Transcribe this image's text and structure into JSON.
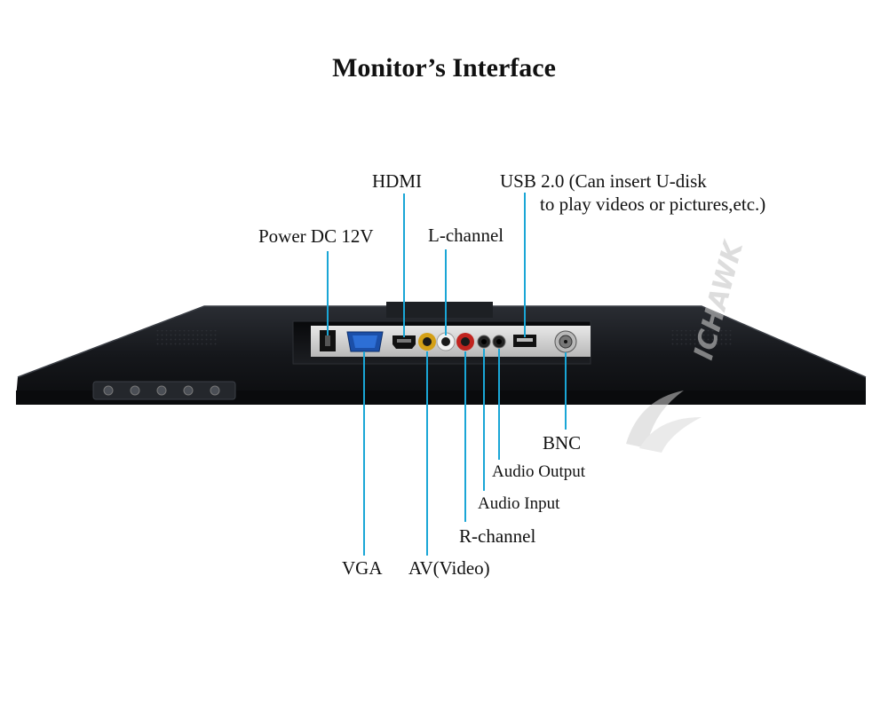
{
  "title": "Monitor’s Interface",
  "labels": {
    "hdmi": "HDMI",
    "usb_line1": "USB 2.0 (Can insert U-disk",
    "usb_line2": "to play videos or pictures,etc.)",
    "power": "Power DC 12V",
    "l_channel": "L-channel",
    "bnc": "BNC",
    "audio_output": "Audio Output",
    "audio_input": "Audio Input",
    "r_channel": "R-channel",
    "vga": "VGA",
    "av_video": "AV(Video)"
  },
  "watermark": {
    "text": "ICHAWK"
  },
  "colors": {
    "leader_line": "#1aa6d6",
    "monitor_body": "#15171b",
    "text": "#111111"
  }
}
